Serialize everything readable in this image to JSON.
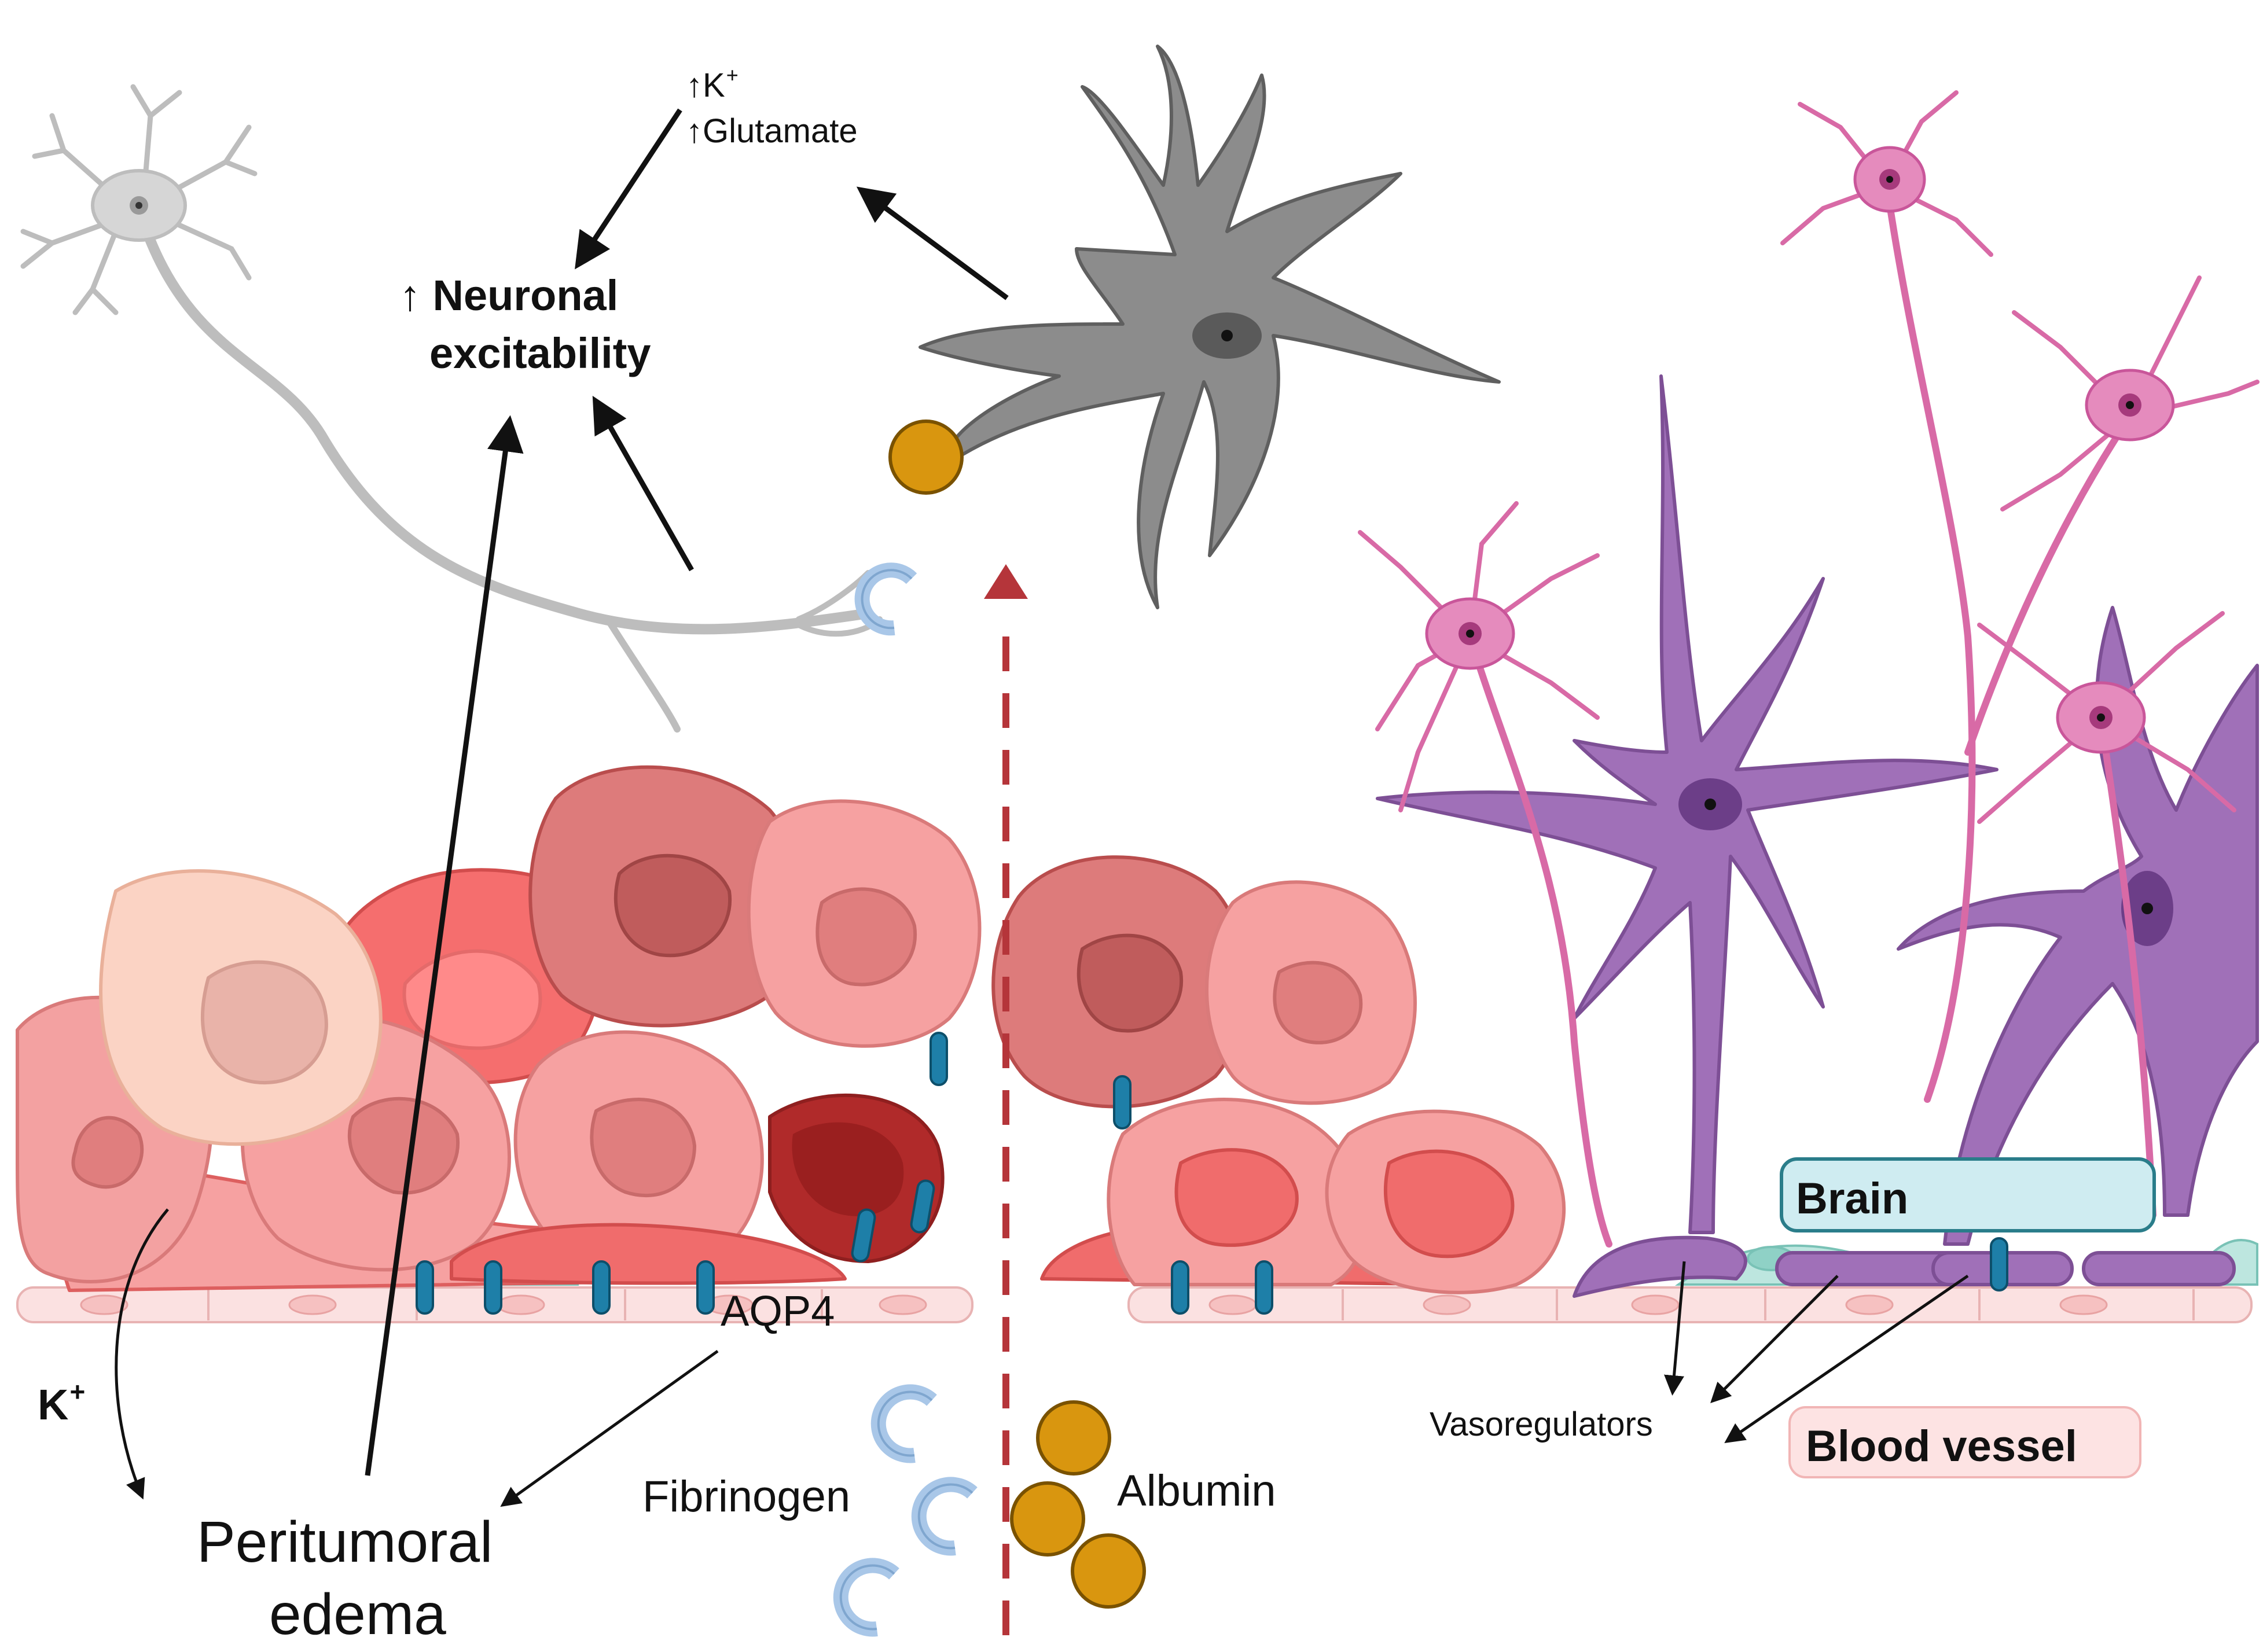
{
  "labels": {
    "k_up": "↑K",
    "k_up_sup": "+",
    "glutamate_up": "↑Glutamate",
    "excitability_line1": "↑ Neuronal",
    "excitability_line2": "excitability",
    "aqp4": "AQP4",
    "k_left": "K",
    "k_left_sup": "+",
    "edema_line1": "Peritumoral",
    "edema_line2": "edema",
    "fibrinogen": "Fibrinogen",
    "albumin": "Albumin",
    "vasoregulators": "Vasoregulators",
    "brain": "Brain",
    "blood_vessel": "Blood vessel"
  },
  "colors": {
    "neuron": "#bdbdbd",
    "astrocyte_gray": "#8c8c8c",
    "astrocyte_pink": "#d86aa6",
    "astrocyte_purple": "#a070b8",
    "tumor_cell": "#f3a1a1",
    "tumor_cell_dark": "#d97a7a",
    "albumin": "#d9960f",
    "fibrinogen": "#a9c7e8",
    "aqp4": "#1e7fa8",
    "brain_box_fill": "#cfecf1",
    "brain_box_border": "#2a7d8a",
    "blood_box_fill": "#fde3e3",
    "barrier_dash": "#b5353a",
    "vessel_endothelium": "#fbe1e1"
  }
}
